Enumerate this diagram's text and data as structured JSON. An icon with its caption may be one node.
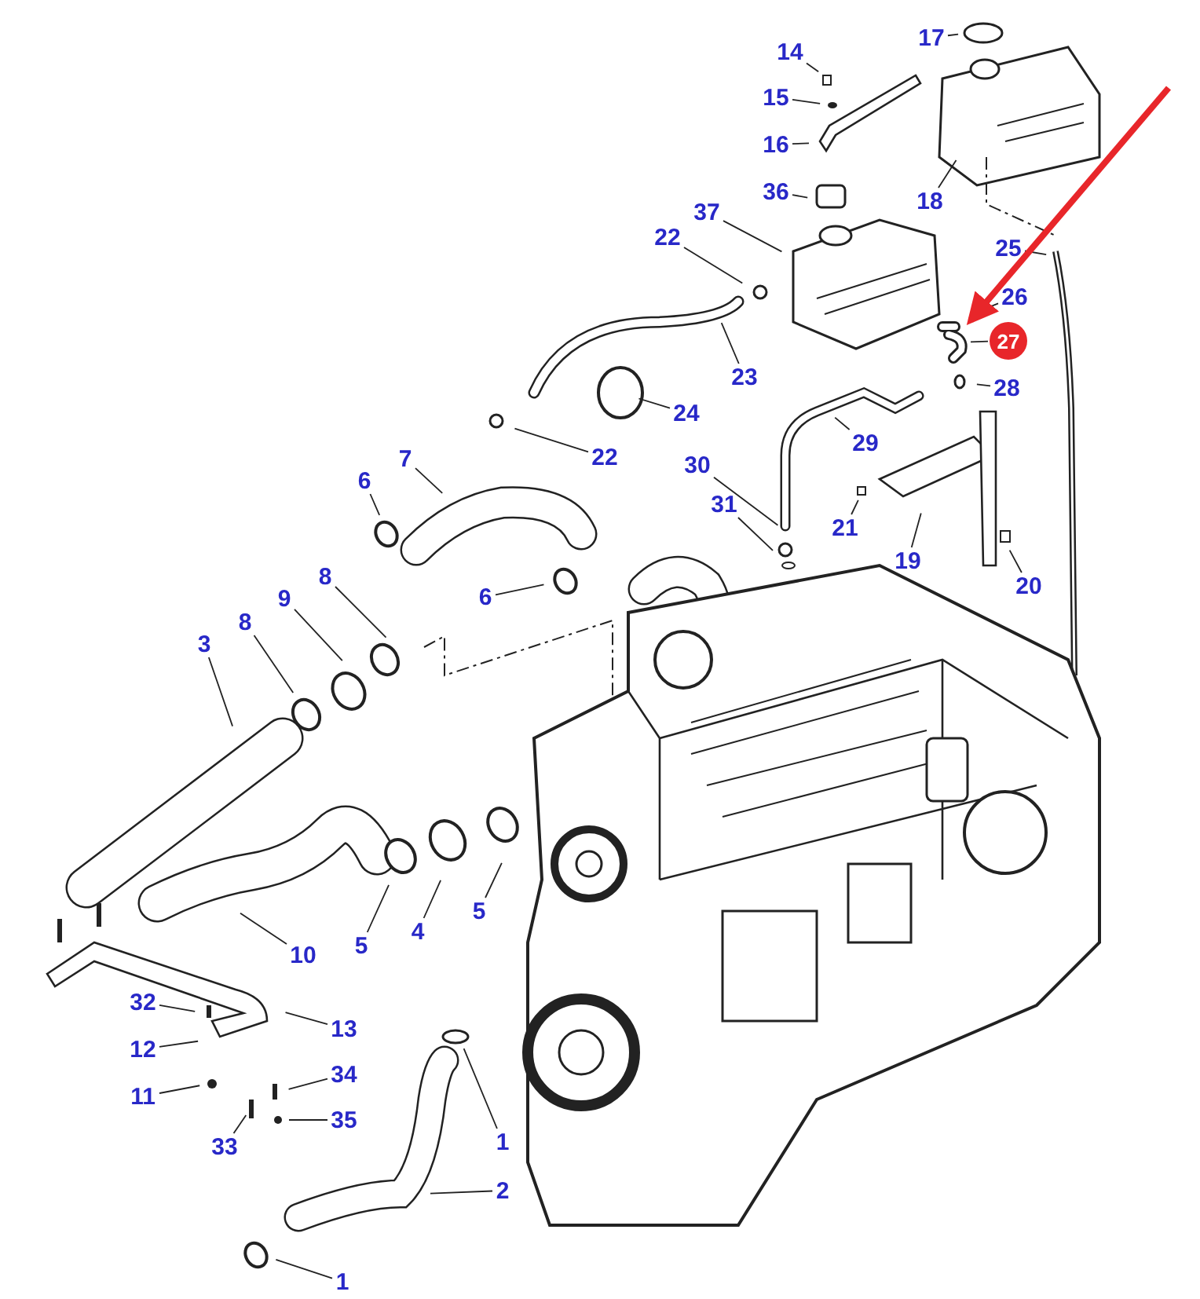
{
  "diagram": {
    "nodes": [
      {
        "text": [
          "17"
        ]
      },
      {
        "text": [
          "14"
        ]
      },
      {
        "text": [
          "15"
        ]
      },
      {
        "text": [
          "16"
        ]
      },
      {
        "text": [
          "18"
        ]
      },
      {
        "text": [
          "36"
        ]
      },
      {
        "text": [
          "37"
        ]
      },
      {
        "text": [
          "22"
        ]
      },
      {
        "text": [
          "25"
        ]
      },
      {
        "text": [
          "26"
        ]
      },
      {
        "text": [
          "27"
        ]
      },
      {
        "text": [
          "23"
        ]
      },
      {
        "text": [
          "28"
        ]
      },
      {
        "text": [
          "24"
        ]
      },
      {
        "text": [
          "22"
        ]
      },
      {
        "text": [
          "29"
        ]
      },
      {
        "text": [
          "30"
        ]
      },
      {
        "text": [
          "7"
        ]
      },
      {
        "text": [
          "6"
        ]
      },
      {
        "text": [
          "31"
        ]
      },
      {
        "text": [
          "21"
        ]
      },
      {
        "text": [
          "19"
        ]
      },
      {
        "text": [
          "20"
        ]
      },
      {
        "text": [
          "8"
        ]
      },
      {
        "text": [
          "6"
        ]
      },
      {
        "text": [
          "9"
        ]
      },
      {
        "text": [
          "3"
        ]
      },
      {
        "text": [
          "8"
        ]
      },
      {
        "text": [
          "5"
        ]
      },
      {
        "text": [
          "4"
        ]
      },
      {
        "text": [
          "5"
        ]
      },
      {
        "text": [
          "10"
        ]
      },
      {
        "text": [
          "32"
        ]
      },
      {
        "text": [
          "13"
        ]
      },
      {
        "text": [
          "12"
        ]
      },
      {
        "text": [
          "11"
        ]
      },
      {
        "text": [
          "34"
        ]
      },
      {
        "text": [
          "35"
        ]
      },
      {
        "text": [
          "33"
        ]
      },
      {
        "text": [
          "1"
        ]
      },
      {
        "text": [
          "2"
        ]
      },
      {
        "text": [
          "1"
        ]
      },
      {
        "text": [],
        "shape": "picture"
      }
    ],
    "edges": [
      {
        "from": 0,
        "to": null,
        "arrow": "none"
      },
      {
        "from": 1,
        "to": null,
        "arrow": "none"
      },
      {
        "from": 2,
        "to": null,
        "arrow": "none"
      },
      {
        "from": 3,
        "to": null,
        "arrow": "none"
      },
      {
        "from": 4,
        "to": null,
        "arrow": "none"
      },
      {
        "from": 5,
        "to": null,
        "arrow": "none"
      },
      {
        "from": 6,
        "to": null,
        "arrow": "none"
      },
      {
        "from": 7,
        "to": null,
        "arrow": "none"
      },
      {
        "from": 8,
        "to": null,
        "arrow": "none"
      },
      {
        "from": 9,
        "to": null,
        "arrow": "none"
      },
      {
        "from": 10,
        "to": 42,
        "arrow": "none"
      },
      {
        "from": 11,
        "to": null,
        "arrow": "none"
      },
      {
        "from": 12,
        "to": null,
        "arrow": "none"
      },
      {
        "from": 13,
        "to": null,
        "arrow": "none"
      },
      {
        "from": 14,
        "to": null,
        "arrow": "none"
      },
      {
        "from": 15,
        "to": null,
        "arrow": "none"
      },
      {
        "from": 16,
        "to": null,
        "arrow": "none"
      },
      {
        "from": 17,
        "to": null,
        "arrow": "none"
      },
      {
        "from": 18,
        "to": null,
        "arrow": "none"
      },
      {
        "from": 19,
        "to": null,
        "arrow": "none"
      },
      {
        "from": 20,
        "to": null,
        "arrow": "none"
      },
      {
        "from": 21,
        "to": null,
        "arrow": "none"
      },
      {
        "from": 22,
        "to": null,
        "arrow": "none"
      },
      {
        "from": 23,
        "to": null,
        "arrow": "none"
      },
      {
        "from": 24,
        "to": null,
        "arrow": "none"
      },
      {
        "from": 25,
        "to": null,
        "arrow": "none"
      },
      {
        "from": 26,
        "to": null,
        "arrow": "none"
      },
      {
        "from": 27,
        "to": null,
        "arrow": "none"
      },
      {
        "from": 28,
        "to": null,
        "arrow": "none"
      },
      {
        "from": 29,
        "to": null,
        "arrow": "none"
      },
      {
        "from": 30,
        "to": null,
        "arrow": "none"
      },
      {
        "from": 31,
        "to": null,
        "arrow": "none"
      },
      {
        "from": 32,
        "to": null,
        "arrow": "none"
      },
      {
        "from": 33,
        "to": null,
        "arrow": "none"
      },
      {
        "from": 34,
        "to": null,
        "arrow": "none"
      },
      {
        "from": 35,
        "to": null,
        "arrow": "none"
      },
      {
        "from": 36,
        "to": null,
        "arrow": "none"
      },
      {
        "from": 37,
        "to": null,
        "arrow": "none"
      },
      {
        "from": 38,
        "to": null,
        "arrow": "none"
      },
      {
        "from": 39,
        "to": null,
        "arrow": "none"
      },
      {
        "from": 40,
        "to": null,
        "arrow": "none"
      },
      {
        "from": 41,
        "to": null,
        "arrow": "none"
      },
      {
        "from": null,
        "to": 42,
        "arrow": "to",
        "style": "thick",
        "color": "#e8262a"
      }
    ]
  }
}
